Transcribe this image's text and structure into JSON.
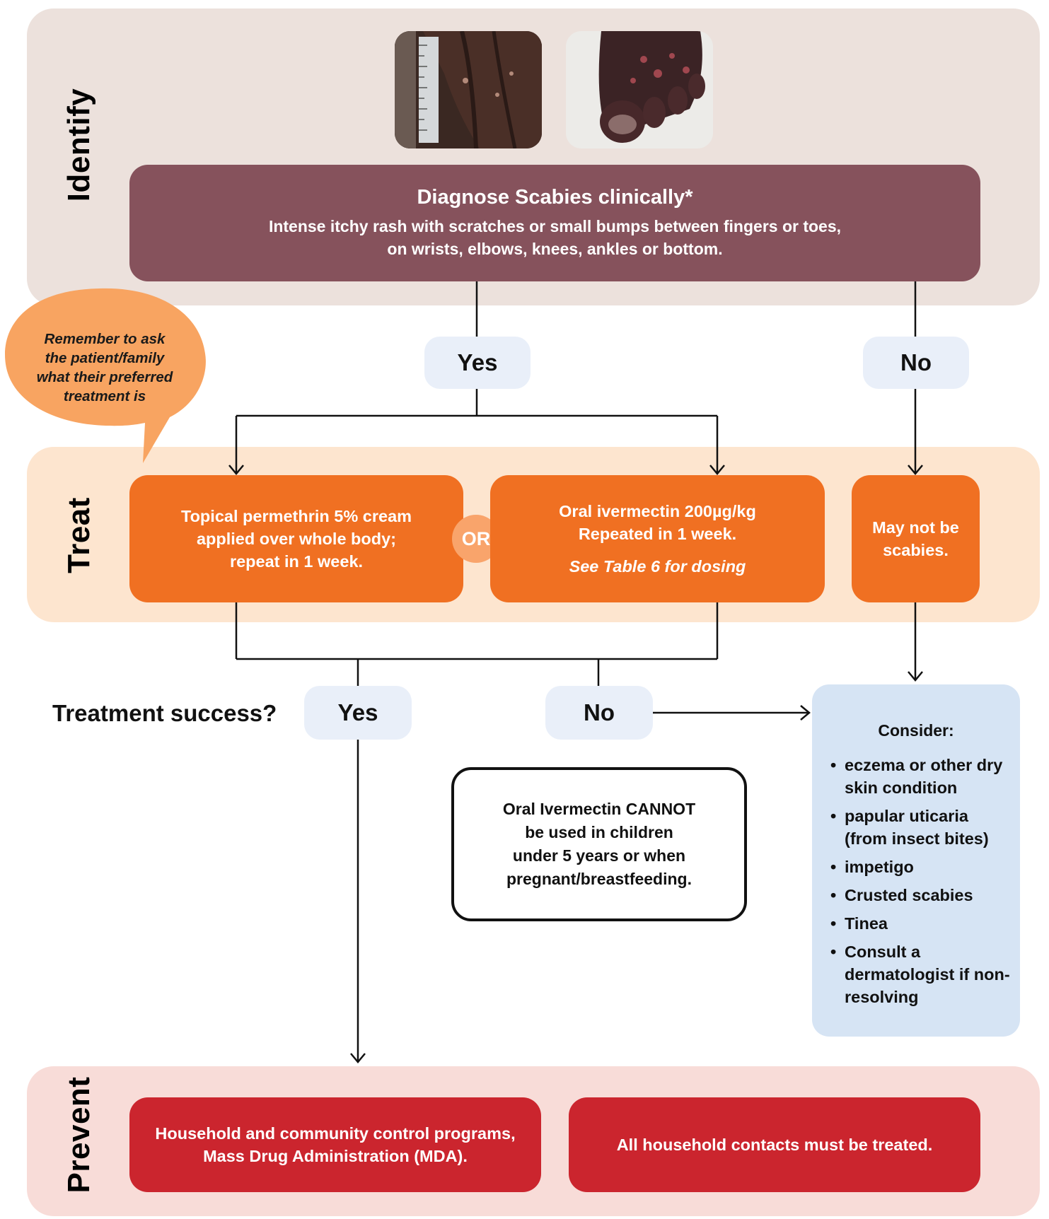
{
  "sections": {
    "identify": "Identify",
    "treat": "Treat",
    "prevent": "Prevent"
  },
  "diagnose": {
    "title": "Diagnose Scabies clinically*",
    "line1": "Intense itchy rash with scratches or small bumps between fingers or toes,",
    "line2": "on wrists, elbows, knees, ankles or bottom."
  },
  "bubble": {
    "line1": "Remember to ask",
    "line2": "the patient/family",
    "line3": "what their preferred",
    "line4": "treatment is"
  },
  "branch_top": {
    "yes": "Yes",
    "no": "No"
  },
  "treatments": {
    "permethrin": {
      "line1": "Topical permethrin 5% cream",
      "line2": "applied over whole body;",
      "line3": "repeat in 1 week."
    },
    "or_label": "OR",
    "ivermectin": {
      "line1": "Oral ivermectin 200µg/kg",
      "line2": "Repeated in 1 week.",
      "note": "See Table 6 for dosing"
    },
    "not_scabies": {
      "line1": "May not be",
      "line2": "scabies."
    }
  },
  "success": {
    "question": "Treatment success?",
    "yes": "Yes",
    "no": "No"
  },
  "warning": {
    "pre": "Oral Ivermectin ",
    "emphasis": "CANNOT",
    "line2": "be used in children",
    "line3": "under 5 years or when",
    "line4": "pregnant/breastfeeding."
  },
  "consider": {
    "title": "Consider:",
    "items": [
      "eczema or other dry skin condition",
      "papular uticaria (from insect bites)",
      "impetigo",
      "Crusted scabies",
      "Tinea",
      "Consult a dermatologist if non-resolving"
    ]
  },
  "prevent": {
    "programs": {
      "line1": "Household and community control programs,",
      "line2": "Mass Drug Administration (MDA)."
    },
    "contacts": "All household contacts must be treated."
  },
  "colors": {
    "identify_band": "#ece1dc",
    "diagnose_box": "#86525c",
    "treat_band": "#fde5cf",
    "treat_box": "#f07022",
    "bubble": "#f8a461",
    "pill": "#e9eff9",
    "consider_box": "#d6e4f4",
    "prevent_band": "#f8dcd8",
    "prevent_box": "#cb252e"
  },
  "icons": [
    "photo-hand-rash",
    "photo-foot-rash"
  ]
}
